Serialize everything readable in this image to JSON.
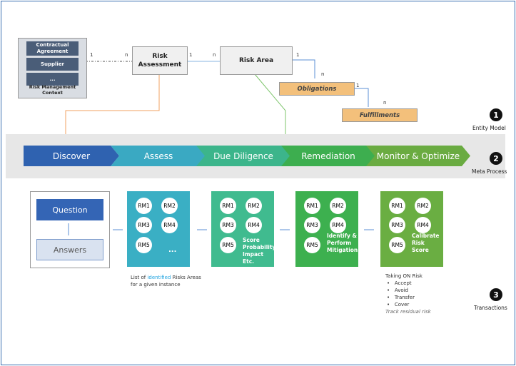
{
  "entity_model": {
    "context": {
      "items": [
        "Contractual Agreement",
        "Supplier",
        "..."
      ],
      "label": "Risk Management Context"
    },
    "risk_assessment": "Risk Assessment",
    "risk_area": "Risk Area",
    "obligations": "Obligations",
    "fulfillments": "Fulfillments",
    "cardinality": {
      "ctx_one": "1",
      "ctx_many": "n",
      "ra_one": "1",
      "ra_many": "n",
      "area_one": "1",
      "area_many": "n",
      "obl_one": "1",
      "obl_many": "n"
    }
  },
  "sections": [
    {
      "num": "1",
      "label": "Entity Model"
    },
    {
      "num": "2",
      "label": "Meta Process"
    },
    {
      "num": "3",
      "label": "Transactions"
    }
  ],
  "process": [
    {
      "label": "Discover",
      "color": "#2f62b0"
    },
    {
      "label": "Assess",
      "color": "#3aa9c2"
    },
    {
      "label": "Due Diligence",
      "color": "#3cb58b"
    },
    {
      "label": "Remediation",
      "color": "#3dae4f"
    },
    {
      "label": "Monitor & Optimize",
      "color": "#6aab41"
    }
  ],
  "transactions": {
    "question": "Question",
    "answers": "Answers",
    "boxes": [
      {
        "color": "#3aafc4",
        "rms": [
          "RM1",
          "RM2",
          "RM3",
          "RM4",
          "RM5",
          "..."
        ],
        "text": ""
      },
      {
        "color": "#40bb8f",
        "rms": [
          "RM1",
          "RM2",
          "RM3",
          "RM4",
          "RM5"
        ],
        "text": "Score Probability Impact Etc."
      },
      {
        "color": "#3db04f",
        "rms": [
          "RM1",
          "RM2",
          "RM3",
          "RM4",
          "RM5"
        ],
        "text": "Identify & Perform Mitigation"
      },
      {
        "color": "#6aae42",
        "rms": [
          "RM1",
          "RM2",
          "RM3",
          "RM4",
          "RM5"
        ],
        "text": "Calibrate Risk Score"
      }
    ],
    "assess_note": {
      "pre": "List of ",
      "highlight": "identified",
      "post": " Risks Areas",
      "line2": "for a given instance"
    },
    "monitor_note": {
      "title": "Taking ON Risk",
      "bullets": [
        "Accept",
        "Avoid",
        "Transfer",
        "Cover"
      ],
      "footer": "Track residual risk"
    }
  }
}
